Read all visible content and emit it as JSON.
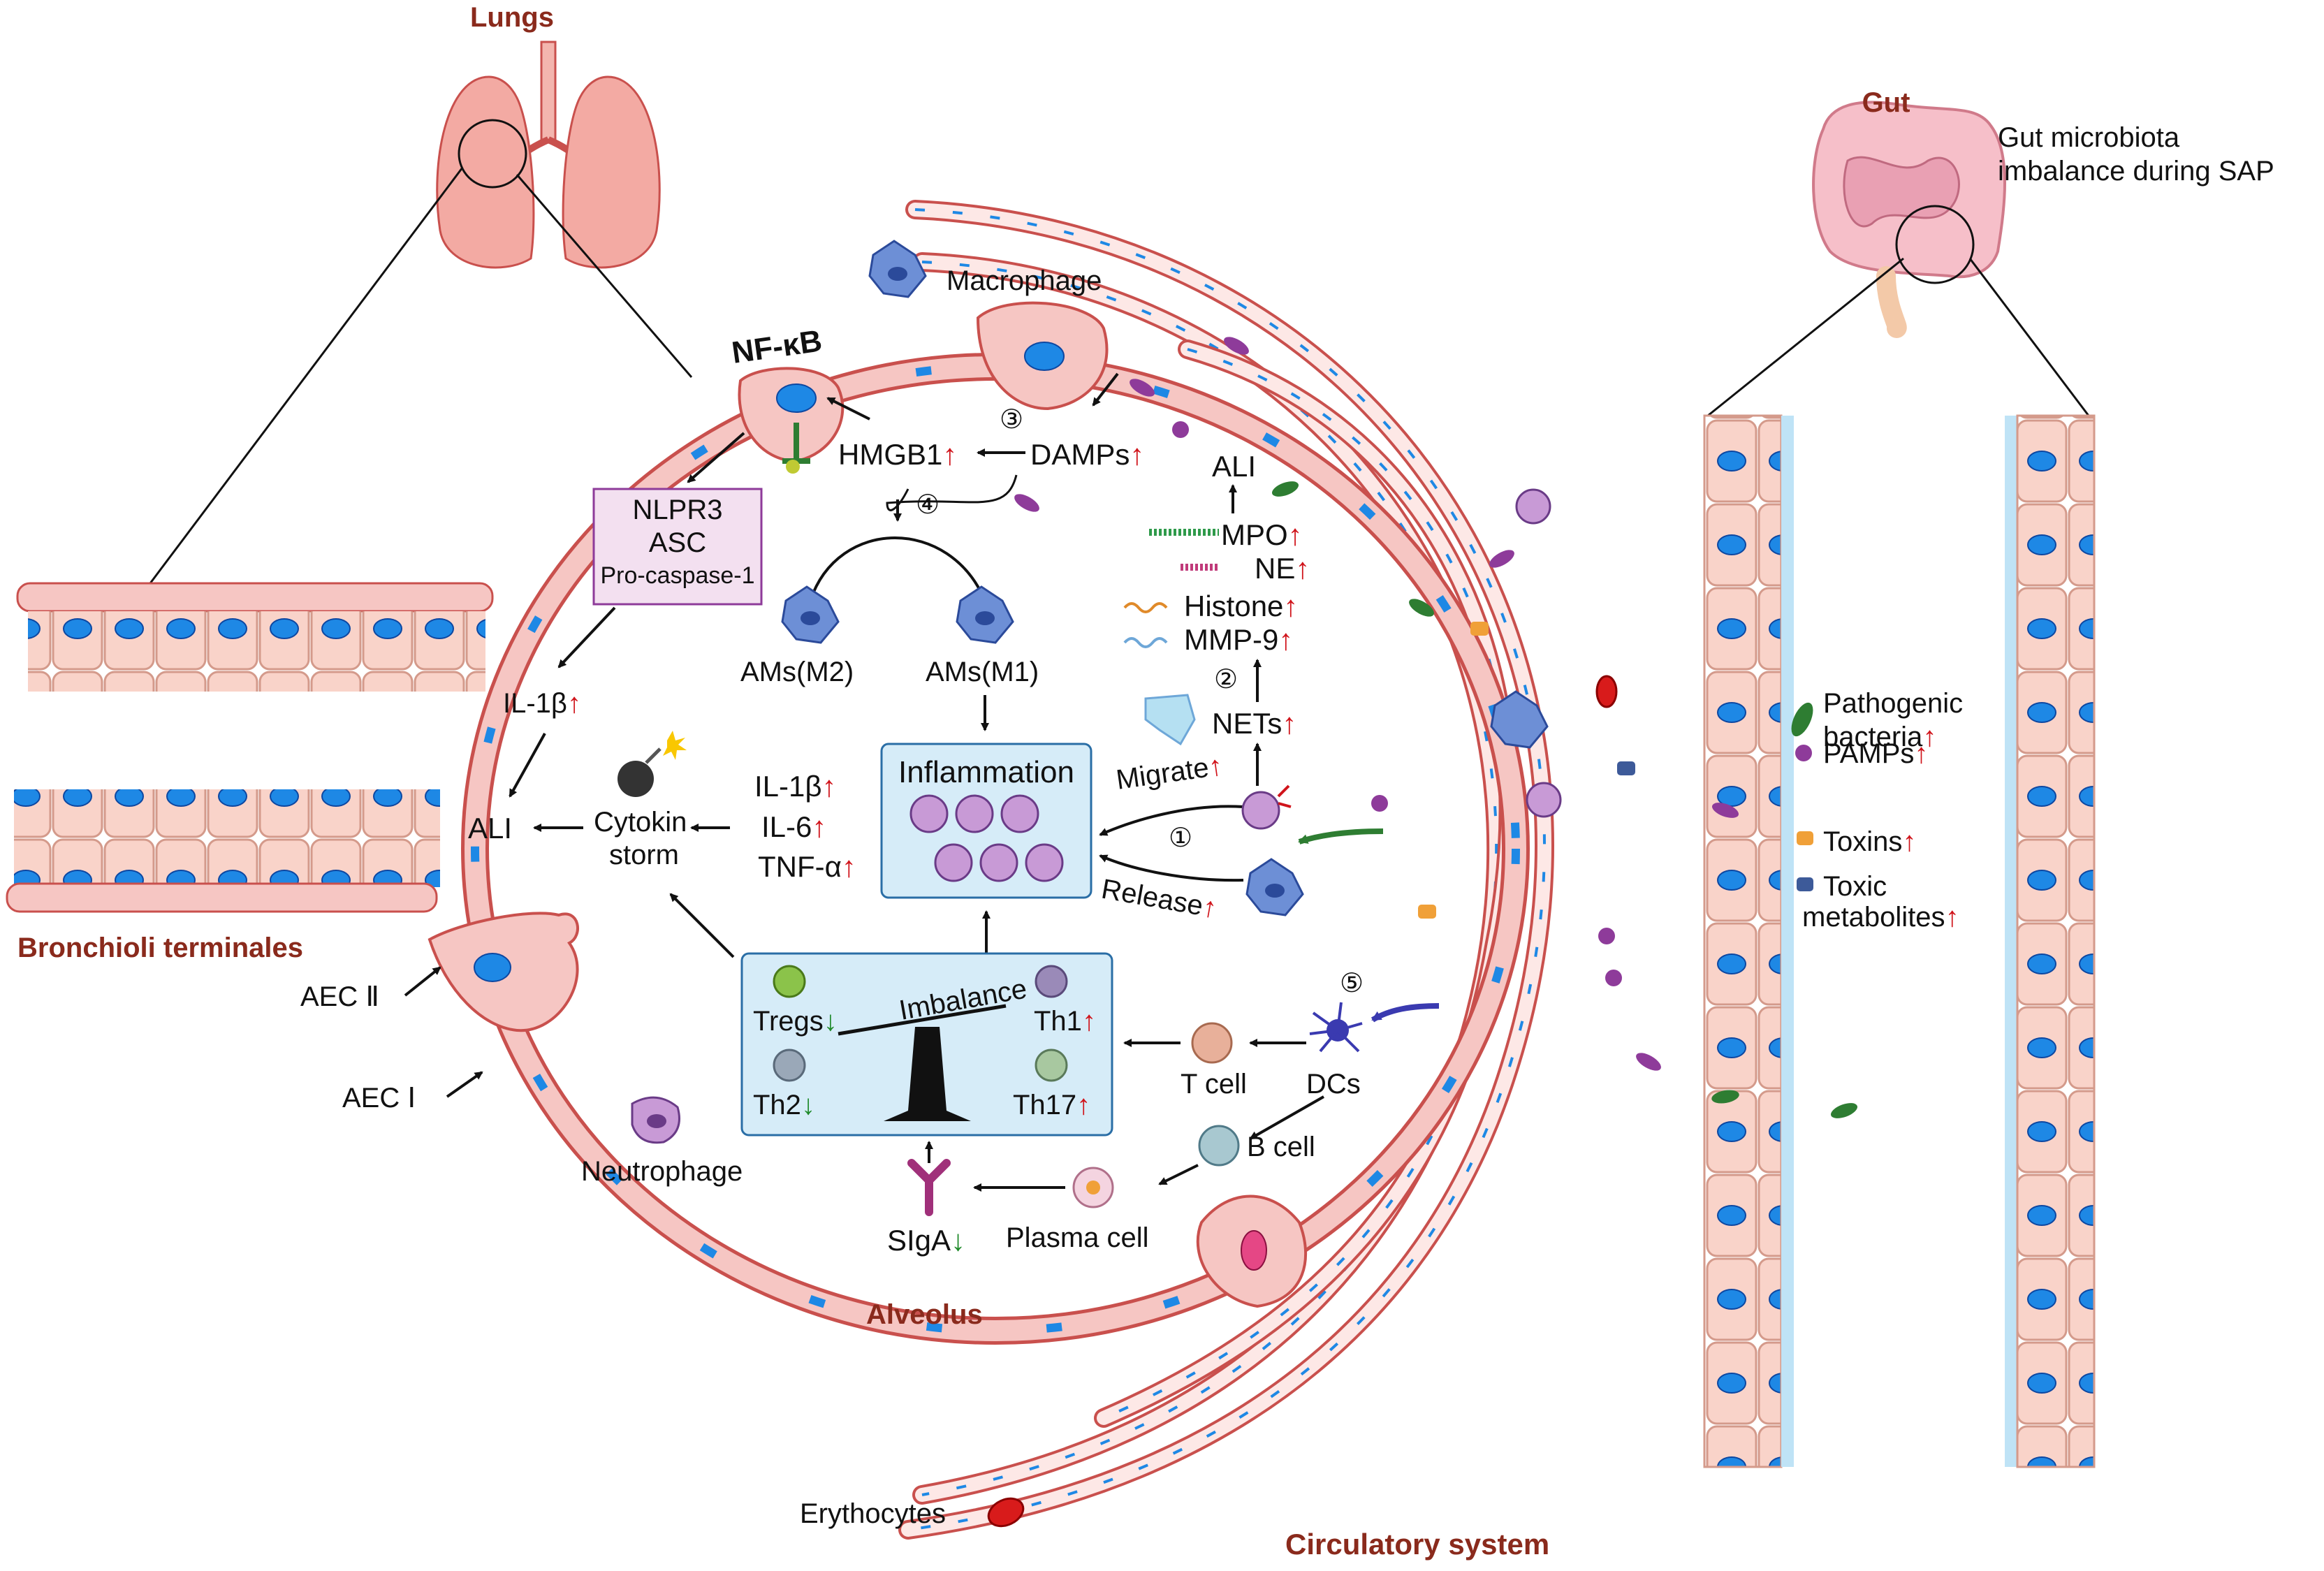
{
  "organs": {
    "lungs": "Lungs",
    "gut": "Gut",
    "gut_caption_line1": "Gut microbiota",
    "gut_caption_line2": "imbalance during SAP"
  },
  "regions": {
    "bronchioli": "Bronchioli terminales",
    "alveolus": "Alveolus",
    "circulatory": "Circulatory system"
  },
  "cells": {
    "macrophage": "Macrophage",
    "aec2": "AEC Ⅱ",
    "aec1": "AEC Ⅰ",
    "neutrophage": "Neutrophage",
    "erythrocytes": "Erythocytes",
    "ams_m2": "AMs(M2)",
    "ams_m1": "AMs(M1)",
    "t_cell": "T cell",
    "b_cell": "B cell",
    "dcs": "DCs",
    "plasma_cell": "Plasma cell"
  },
  "pathway": {
    "nfkb": "NF-κB",
    "nlrp3": "NLPR3",
    "asc": "ASC",
    "procaspase": "Pro-caspase-1",
    "il1b_left": "IL-1β",
    "ali_left": "ALI",
    "cytokin": "Cytokin",
    "storm": "storm",
    "il1b": "IL-1β",
    "il6": "IL-6",
    "tnfa": "TNF-α",
    "hmgb1": "HMGB1",
    "damps": "DAMPs",
    "ali_top": "ALI",
    "mpo": "MPO",
    "ne": "NE",
    "histone": "Histone",
    "mmp9": "MMP-9",
    "nets": "NETs",
    "migrate": "Migrate",
    "release": "Release",
    "inflammation": "Inflammation",
    "imbalance": "Imbalance",
    "tregs": "Tregs",
    "th1": "Th1",
    "th2": "Th2",
    "th17": "Th17",
    "siga": "SIgA"
  },
  "steps": [
    "①",
    "②",
    "③",
    "④",
    "⑤"
  ],
  "gut_factors": {
    "pathogenic_line1": "Pathogenic",
    "pathogenic_line2": "bacteria",
    "pamps": "PAMPs",
    "toxins": "Toxins",
    "toxic_line1": "Toxic",
    "toxic_line2": "metabolites"
  },
  "markers": {
    "up": "↑",
    "down": "↓"
  },
  "colors": {
    "title_brown": "#8a2a1c",
    "up_red": "#d0141b",
    "down_green": "#1f8a2a",
    "tissue_pink": "#f6c6c3",
    "nucleus_blue": "#1e88e5",
    "panel_blue": "#d6ecf8"
  }
}
